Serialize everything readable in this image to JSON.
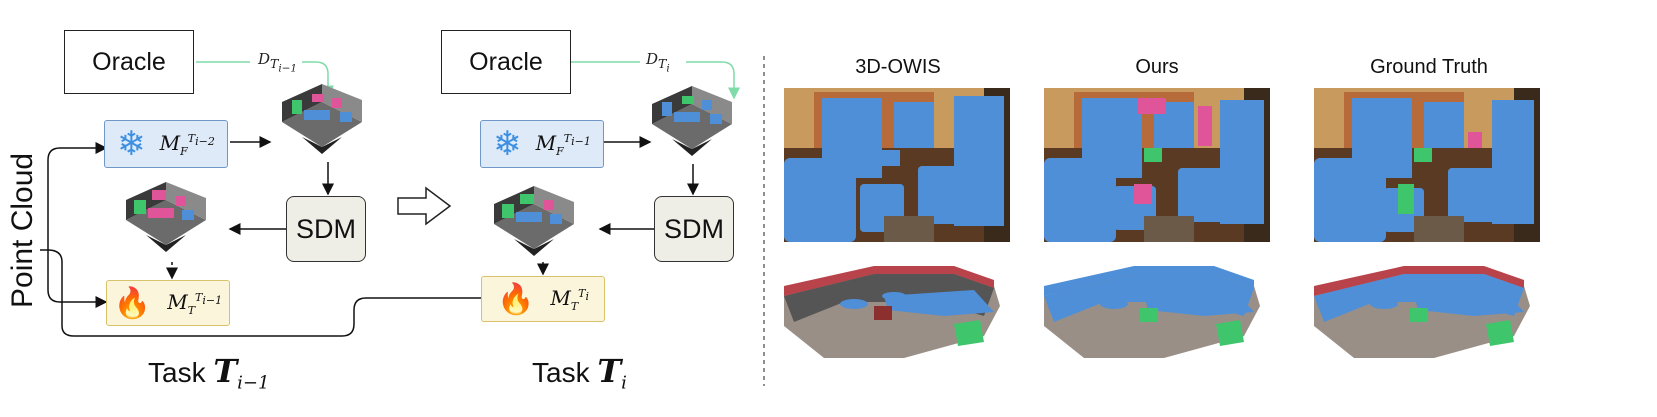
{
  "left_label": "Point Cloud",
  "oracle_label": "Oracle",
  "sdm_label": "SDM",
  "prev_task": {
    "data_label": "D",
    "data_sub": "T",
    "data_subsub": "i−1",
    "frozen_model": "M",
    "frozen_sub": "F",
    "frozen_sup": "T",
    "frozen_supsub": "i−2",
    "train_model": "M",
    "train_sub": "T",
    "train_sup": "T",
    "train_supsub": "i−1",
    "task_word": "Task",
    "task_symbol": "T",
    "task_sub": "i−1"
  },
  "cur_task": {
    "data_label": "D",
    "data_sub": "T",
    "data_subsub": "i",
    "frozen_model": "M",
    "frozen_sub": "F",
    "frozen_sup": "T",
    "frozen_supsub": "i−1",
    "train_model": "M",
    "train_sub": "T",
    "train_sup": "T",
    "train_supsub": "i",
    "task_word": "Task",
    "task_symbol": "T",
    "task_sub": "i"
  },
  "columns": [
    "3D-OWIS",
    "Ours",
    "Ground Truth"
  ],
  "icons": {
    "frozen": "snowflake-icon",
    "trainable": "fire-icon",
    "transition": "hollow-arrow-icon"
  },
  "colors": {
    "oracle_arrow": "#7fdca8",
    "frozen_fill": "#dfeaf8",
    "frozen_border": "#6f97c9",
    "train_fill": "#fbf5dc",
    "train_border": "#d8c26a",
    "sdm_fill": "#efeee6",
    "instance_blue": "#4f8fd8",
    "instance_pink": "#e0559a",
    "instance_green": "#3fc56c"
  }
}
